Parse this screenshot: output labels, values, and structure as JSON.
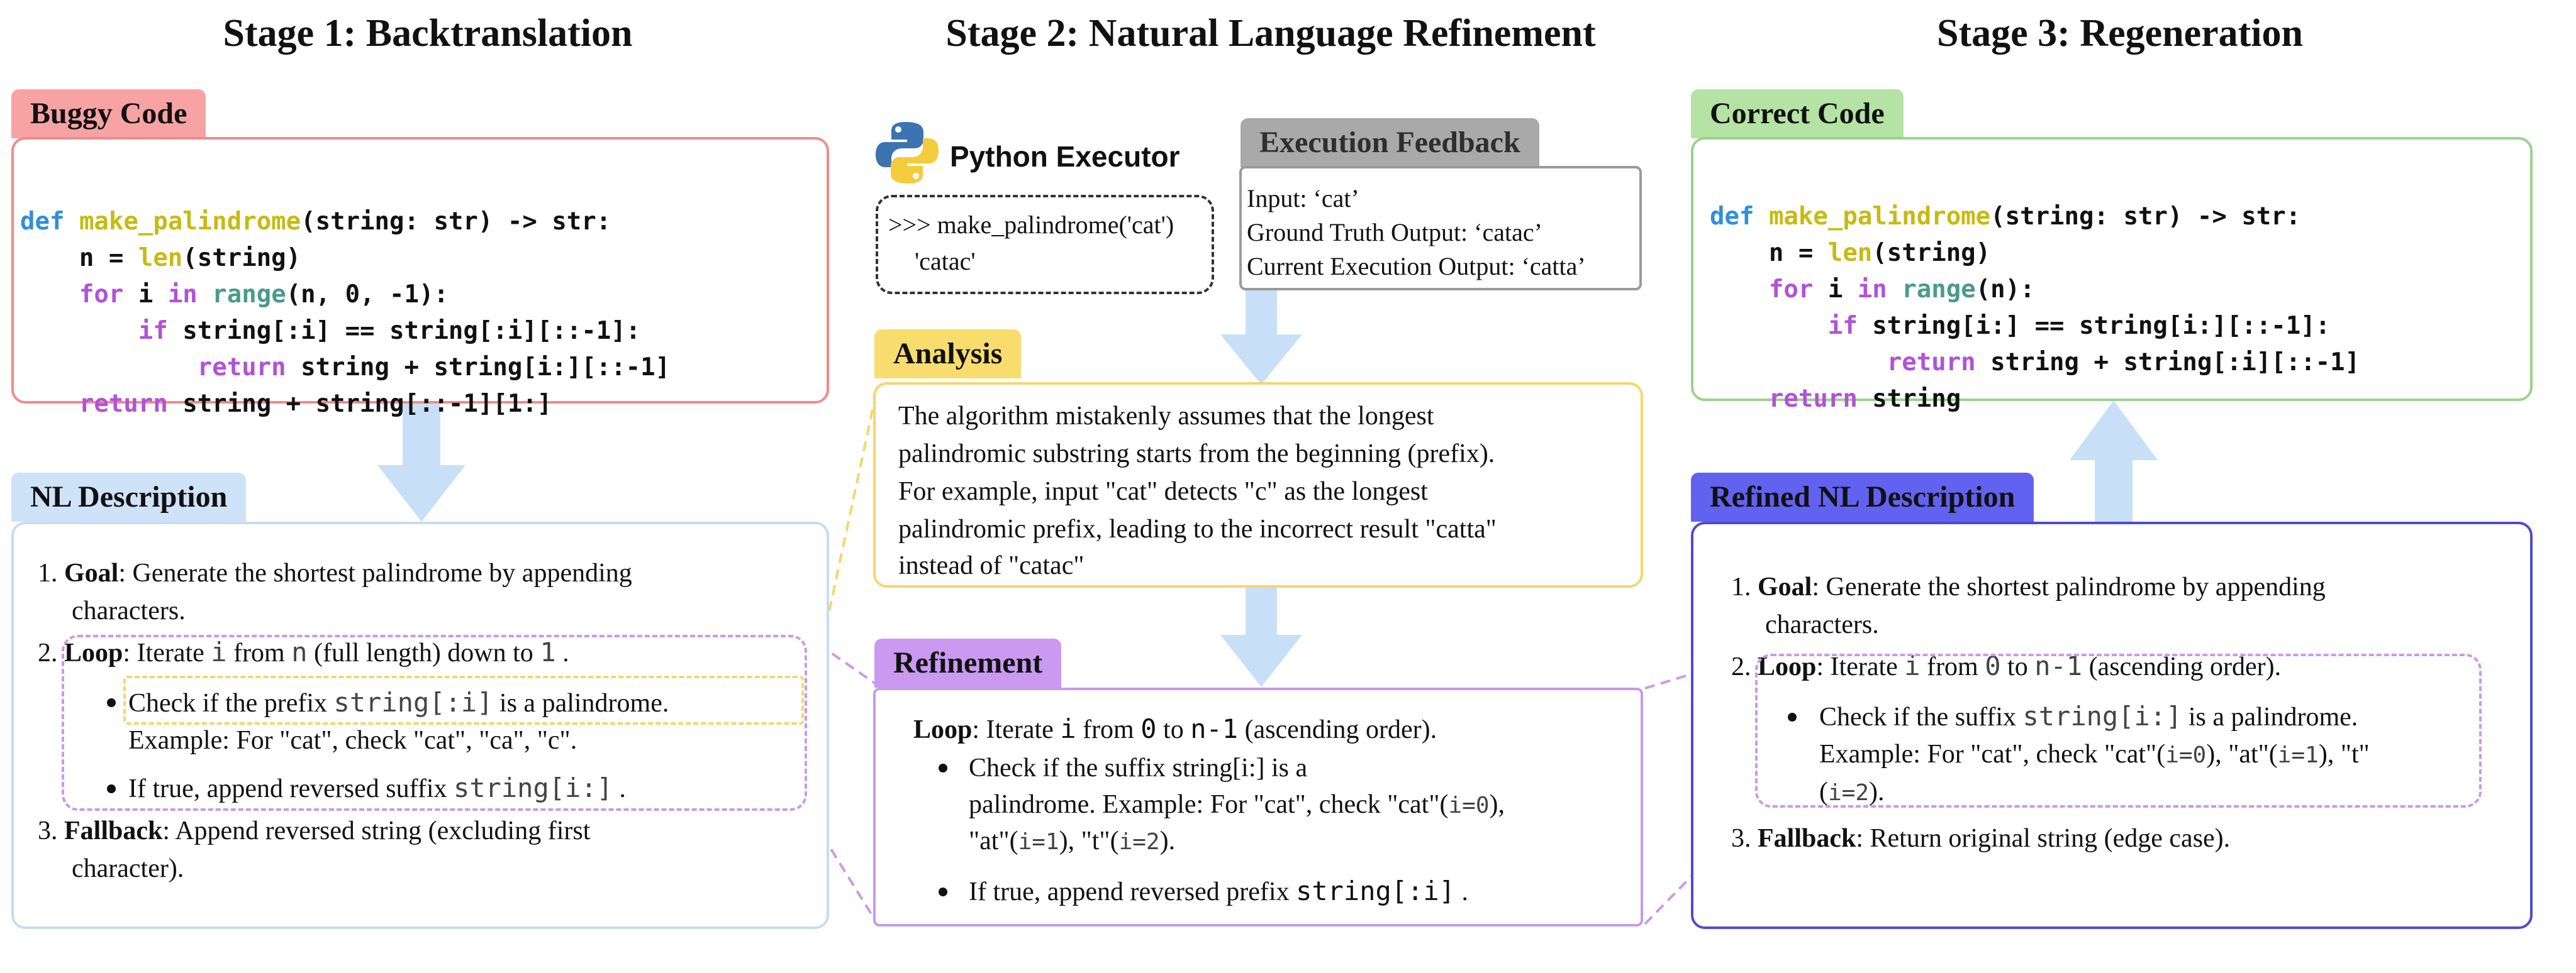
{
  "stages": {
    "stage1": "Stage 1: Backtranslation",
    "stage2": "Stage 2: Natural Language Refinement",
    "stage3": "Stage 3: Regeneration"
  },
  "labels": {
    "buggy_code": "Buggy Code",
    "nl_description": "NL Description",
    "python_executor": "Python Executor",
    "execution_feedback": "Execution Feedback",
    "analysis": "Analysis",
    "refinement": "Refinement",
    "correct_code": "Correct Code",
    "refined_nl_description": "Refined NL Description"
  },
  "buggy_code": {
    "l1_def": "def",
    "l1_fn": "make_palindrome",
    "l1_rest": "(string: str) -> str:",
    "l2_a": "    n = ",
    "l2_len": "len",
    "l2_b": "(string)",
    "l3_for": "    for",
    "l3_i": " i ",
    "l3_in": "in",
    "l3_range": " range",
    "l3_rest": "(n, 0, -1):",
    "l4_if": "        if",
    "l4_rest": " string[:i] == string[:i][::-1]:",
    "l5_return": "            return",
    "l5_rest": " string + string[i:][::-1]",
    "l6_return": "    return",
    "l6_rest": " string + string[::-1][1:]"
  },
  "executor": {
    "call": ">>> make_palindrome('cat')",
    "result": "'catac'"
  },
  "feedback": {
    "input": "Input: ‘cat’",
    "ground_truth": "Ground Truth Output: ‘catac’",
    "current": "Current Execution Output: ‘catta’"
  },
  "analysis": {
    "line1": "The algorithm mistakenly assumes that the longest",
    "line2": "palindromic substring starts from the beginning (prefix).",
    "line3": "For example, input \"cat\" detects \"c\" as the longest",
    "line4": "palindromic prefix, leading to the incorrect result \"catta\"",
    "line5": "instead of \"catac\""
  },
  "nl_description": {
    "goal_num": "1.",
    "goal_bold": "Goal",
    "goal_text": ": Generate the shortest palindrome by appending",
    "goal_text2": "characters.",
    "loop_num": "2.",
    "loop_bold": "Loop",
    "loop_a": ": Iterate ",
    "loop_i": "i",
    "loop_from": " from ",
    "loop_n": "n",
    "loop_b": " (full length) down to ",
    "loop_1": "1",
    "loop_dot": ".",
    "b1_a": "Check if the prefix ",
    "b1_code": "string[:i]",
    "b1_b": " is a palindrome.",
    "b1_ex": "Example: For \"cat\", check \"cat\", \"ca\", \"c\".",
    "b2_a": "If true, append reversed suffix ",
    "b2_code": "string[i:]",
    "b2_dot": ".",
    "fb_num": "3.",
    "fb_bold": "Fallback",
    "fb_text": ": Append reversed string (excluding first",
    "fb_text2": "character)."
  },
  "refinement": {
    "loop_bold": "Loop",
    "loop_a": ": Iterate ",
    "loop_i": "i",
    "loop_from": " from ",
    "loop_0": "0",
    "loop_to": " to ",
    "loop_n1": "n-1",
    "loop_b": " (ascending order).",
    "b1_a": "Check if the suffix ",
    "b1_code": "string[i:]",
    "b1_b": " is a",
    "b1_c": "palindrome. Example: For \"cat\", check \"cat\"(",
    "b1_i0": "i=0",
    "b1_d": "),",
    "b1_e": "\"at\"(",
    "b1_i1": "i=1",
    "b1_f": "), \"t\"(",
    "b1_i2": "i=2",
    "b1_g": ").",
    "b2_a": "If true, append reversed prefix ",
    "b2_code": "string[:i]",
    "b2_dot": "."
  },
  "correct_code": {
    "l1_def": "def",
    "l1_fn": "make_palindrome",
    "l1_rest": "(string: str) -> str:",
    "l2_a": "    n = ",
    "l2_len": "len",
    "l2_b": "(string)",
    "l3_for": "    for",
    "l3_i": " i ",
    "l3_in": "in",
    "l3_range": " range",
    "l3_rest": "(n):",
    "l4_if": "        if",
    "l4_rest": " string[i:] == string[i:][::-1]:",
    "l5_return": "            return",
    "l5_rest": " string + string[:i][::-1]",
    "l6_return": "    return",
    "l6_rest": " string"
  },
  "refined_nl": {
    "goal_num": "1.",
    "goal_bold": "Goal",
    "goal_text": ": Generate the shortest palindrome by appending",
    "goal_text2": "characters.",
    "loop_num": "2.",
    "loop_bold": "Loop",
    "loop_a": ": Iterate ",
    "loop_i": "i",
    "loop_from": " from ",
    "loop_0": "0",
    "loop_to": " to ",
    "loop_n1": "n-1",
    "loop_b": " (ascending order).",
    "b1_a": "Check if the suffix ",
    "b1_code": "string[i:]",
    "b1_b": " is a palindrome.",
    "b1_c": "Example: For \"cat\", check \"cat\"(",
    "b1_i0": "i=0",
    "b1_d": "), \"at\"(",
    "b1_i1": "i=1",
    "b1_e": "), \"t\"",
    "b1_f": "(",
    "b1_i2": "i=2",
    "b1_g": ").",
    "fb_num": "3.",
    "fb_bold": "Fallback",
    "fb_text": ": Return original string (edge case)."
  },
  "colors": {
    "buggy": "#f08a8a",
    "buggy_label": "#f7a3a3",
    "nl": "#c5dcf3",
    "nl_label": "#cfe3f8",
    "feedback_label": "#a9a9a9",
    "analysis": "#f5d66a",
    "analysis_label": "#f9dc6e",
    "refinement": "#c99ae6",
    "refinement_label": "#c99af0",
    "correct": "#9ad38a",
    "correct_label": "#b4e3a4",
    "refined": "#4d4ad6",
    "refined_label": "#6262f0",
    "arrow": "#c7e0f8"
  }
}
